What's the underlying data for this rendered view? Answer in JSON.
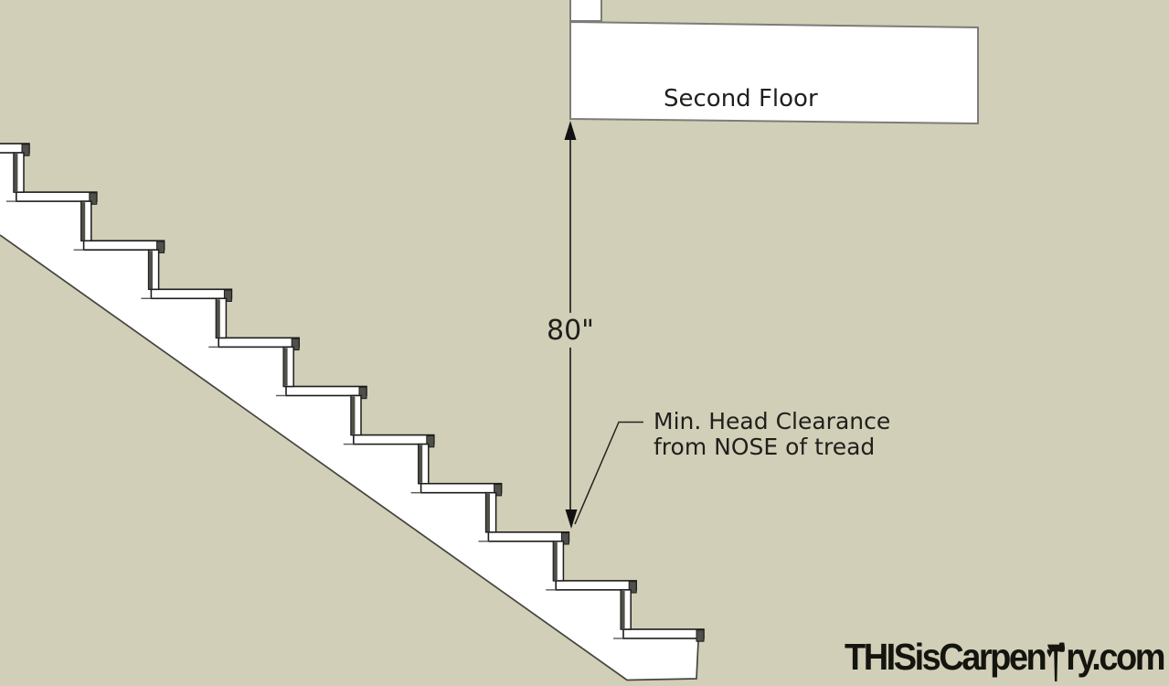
{
  "diagram": {
    "background_color": "#d2cfb8",
    "second_floor": {
      "label": "Second Floor"
    },
    "dimension": {
      "label": "80\""
    },
    "annotation": {
      "line1": "Min. Head Clearance",
      "line2": "from NOSE of tread"
    },
    "stairs": {
      "visible_treads": 11
    }
  },
  "watermark": {
    "text": "THISisCarpenTry.com",
    "prefix": "THISisCarpen",
    "suffix": "ry.com",
    "icon": "hammer-icon"
  },
  "colors": {
    "background": "#d2cfb8",
    "surface_white": "#ffffff",
    "outline_dark": "#1c1c1c",
    "outline_gray": "#7c7c78",
    "shade_dark": "#50504a",
    "dimension_line": "#3c3c38",
    "text": "#1f1f1c",
    "watermark_text": "#15150f"
  }
}
